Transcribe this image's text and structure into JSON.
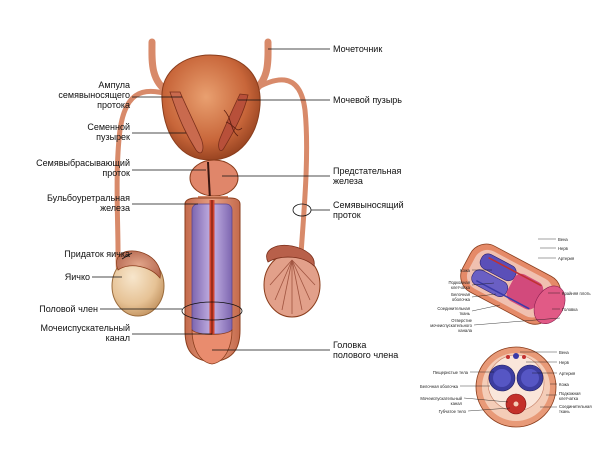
{
  "main_labels": {
    "left": [
      {
        "id": "ampulla",
        "lines": [
          "Ампула",
          "семявыносящего",
          "протока"
        ]
      },
      {
        "id": "seminal-vesicle",
        "lines": [
          "Семенной",
          "пузырек"
        ]
      },
      {
        "id": "ejaculatory-duct",
        "lines": [
          "Семявыбрасывающий",
          "проток"
        ]
      },
      {
        "id": "bulbourethral-gland",
        "lines": [
          "Бульбоуретральная",
          "железа"
        ]
      },
      {
        "id": "epididymis",
        "lines": [
          "Придаток яичка"
        ]
      },
      {
        "id": "testis",
        "lines": [
          "Яичко"
        ]
      },
      {
        "id": "penis",
        "lines": [
          "Половой член"
        ]
      },
      {
        "id": "urethra",
        "lines": [
          "Мочеиспускательный",
          "канал"
        ]
      }
    ],
    "right": [
      {
        "id": "ureter",
        "lines": [
          "Мочеточник"
        ]
      },
      {
        "id": "bladder",
        "lines": [
          "Мочевой пузырь"
        ]
      },
      {
        "id": "prostate",
        "lines": [
          "Предстательная",
          "железа"
        ]
      },
      {
        "id": "vas-deferens",
        "lines": [
          "Семявыносящий",
          "проток"
        ]
      },
      {
        "id": "glans",
        "lines": [
          "Головка",
          "полового члена"
        ]
      }
    ]
  },
  "inset_longitudinal": {
    "left": [
      {
        "id": "skin",
        "lines": [
          "Кожа"
        ]
      },
      {
        "id": "subcutaneous-tissue",
        "lines": [
          "Подкожная",
          "клетчатка"
        ]
      },
      {
        "id": "tunica-albuginea",
        "lines": [
          "Белочная",
          "оболочка"
        ]
      },
      {
        "id": "connective-tissue",
        "lines": [
          "Соединительная",
          "ткань"
        ]
      },
      {
        "id": "urethral-opening",
        "lines": [
          "Отверстие",
          "мочеиспускательного",
          "канала"
        ]
      }
    ],
    "right": [
      {
        "id": "vein",
        "lines": [
          "Вена"
        ]
      },
      {
        "id": "nerve",
        "lines": [
          "Нерв"
        ]
      },
      {
        "id": "artery",
        "lines": [
          "Артерия"
        ]
      },
      {
        "id": "foreskin",
        "lines": [
          "Крайняя плоть"
        ]
      },
      {
        "id": "glans-small",
        "lines": [
          "Головка"
        ]
      }
    ]
  },
  "inset_cross": {
    "left": [
      {
        "id": "cavernous-bodies",
        "lines": [
          "Пещеристые тела"
        ]
      },
      {
        "id": "tunica-albuginea-2",
        "lines": [
          "Белочная оболочка"
        ]
      },
      {
        "id": "urethra-small",
        "lines": [
          "Мочеиспускательный",
          "канал"
        ]
      },
      {
        "id": "spongy-body",
        "lines": [
          "Губчатое тело"
        ]
      }
    ],
    "right": [
      {
        "id": "vein-2",
        "lines": [
          "Вена"
        ]
      },
      {
        "id": "nerve-2",
        "lines": [
          "Нерв"
        ]
      },
      {
        "id": "artery-2",
        "lines": [
          "Артерия"
        ]
      },
      {
        "id": "skin-2",
        "lines": [
          "Кожа"
        ]
      },
      {
        "id": "subcutaneous-2",
        "lines": [
          "Подкожная",
          "клетчатка"
        ]
      },
      {
        "id": "connective-2",
        "lines": [
          "Соединительная",
          "ткань"
        ]
      }
    ]
  },
  "colors": {
    "tissue": "#d88a6a",
    "tissue_dark": "#b55a3c",
    "bladder": "#c8663a",
    "vessel": "#e0a085",
    "purple": "#8a6fb8",
    "lavender": "#b9a6dc",
    "testis": "#e8c8a0",
    "red": "#c4302a",
    "blue": "#4040a8",
    "line": "#111111"
  }
}
